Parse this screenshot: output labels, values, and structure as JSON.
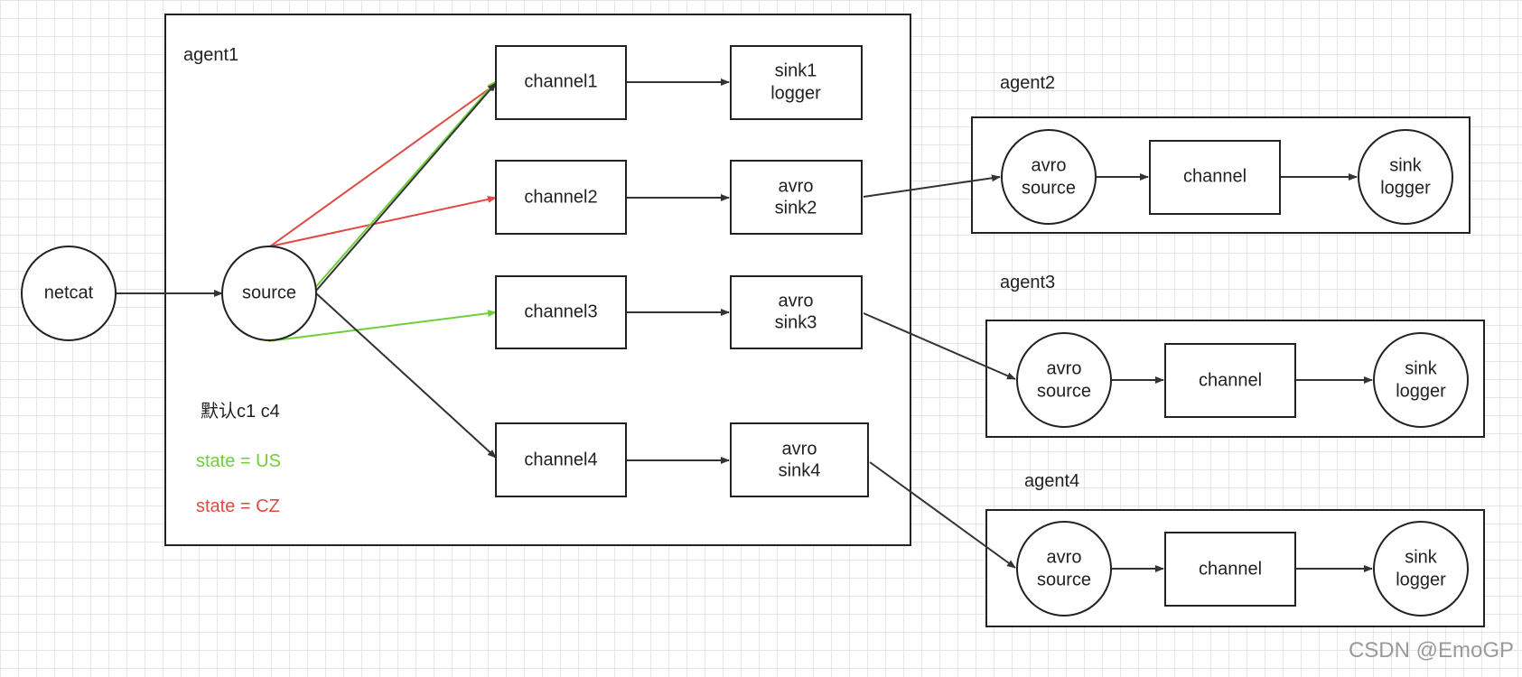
{
  "groups": {
    "agent1": "agent1",
    "agent2": "agent2",
    "agent3": "agent3",
    "agent4": "agent4"
  },
  "nodes": {
    "netcat": "netcat",
    "source": "source",
    "channel1": "channel1",
    "channel2": "channel2",
    "channel3": "channel3",
    "channel4": "channel4",
    "sink1": [
      "sink1",
      "logger"
    ],
    "sink2": [
      "avro",
      "sink2"
    ],
    "sink3": [
      "avro",
      "sink3"
    ],
    "sink4": [
      "avro",
      "sink4"
    ],
    "agent2_source": [
      "avro",
      "source"
    ],
    "agent2_channel": "channel",
    "agent2_sink": [
      "sink",
      "logger"
    ],
    "agent3_source": [
      "avro",
      "source"
    ],
    "agent3_channel": "channel",
    "agent3_sink": [
      "sink",
      "logger"
    ],
    "agent4_source": [
      "avro",
      "source"
    ],
    "agent4_channel": "channel",
    "agent4_sink": [
      "sink",
      "logger"
    ]
  },
  "notes": {
    "default": "默认c1 c4",
    "green": "state = US",
    "red": "state = CZ"
  },
  "colors": {
    "green": "#6fcf3a",
    "red": "#e04a44",
    "stroke": "#222222"
  },
  "watermark": "CSDN @EmoGP"
}
